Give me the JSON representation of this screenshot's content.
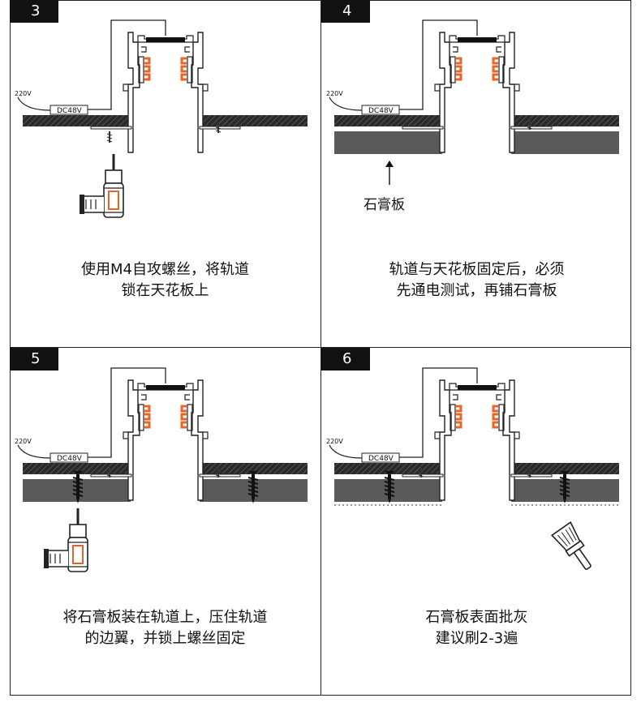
{
  "panels": [
    {
      "number": "3",
      "caption_line1": "使用M4自攻螺丝，将轨道",
      "caption_line2": "锁在天花板上",
      "voltage_ac": "220V",
      "voltage_dc": "DC48V"
    },
    {
      "number": "4",
      "caption_line1": "轨道与天花板固定后，必须",
      "caption_line2": "先通电测试，再铺石膏板",
      "voltage_ac": "220V",
      "voltage_dc": "DC48V",
      "pointer_label": "石膏板"
    },
    {
      "number": "5",
      "caption_line1": "将石膏板装在轨道上，压住轨道",
      "caption_line2": "的边翼，并锁上螺丝固定",
      "voltage_ac": "220V",
      "voltage_dc": "DC48V"
    },
    {
      "number": "6",
      "caption_line1": "石膏板表面批灰",
      "caption_line2": "建议刷2-3遍",
      "voltage_ac": "220V",
      "voltage_dc": "DC48V"
    }
  ],
  "colors": {
    "ceiling": "#2a2a2a",
    "gypsum": "#5a5a5a",
    "clip": "#e8652a",
    "frame": "#222222"
  },
  "icons": [
    "drill-icon",
    "screw-icon",
    "arrow-up-icon",
    "paint-brush-icon"
  ]
}
